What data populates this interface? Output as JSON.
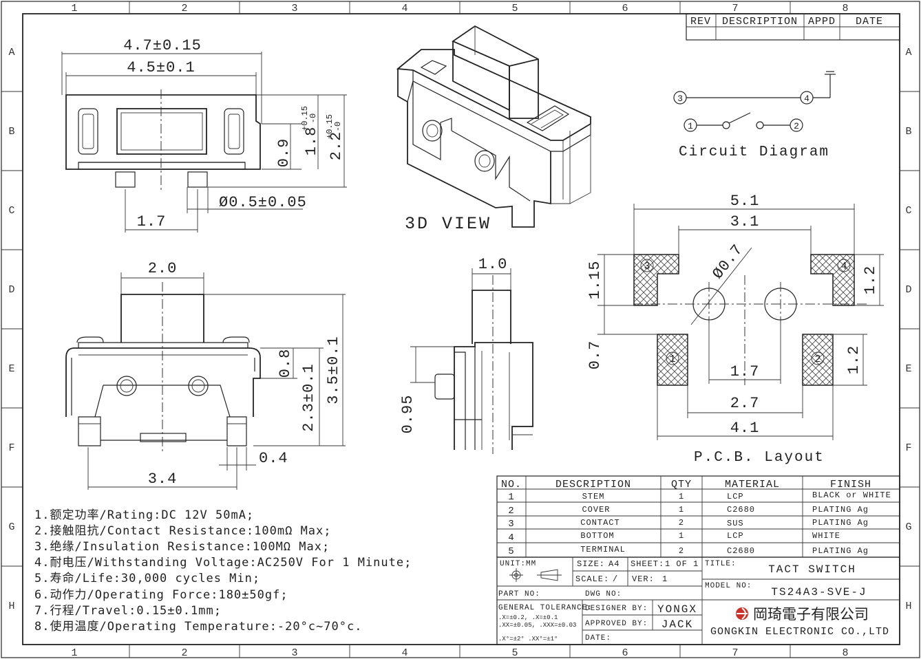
{
  "frame": {
    "columns": [
      "1",
      "2",
      "3",
      "4",
      "5",
      "6",
      "7",
      "8"
    ],
    "rows": [
      "A",
      "B",
      "C",
      "D",
      "E",
      "F",
      "G",
      "H"
    ]
  },
  "revision_table": {
    "headers": [
      "REV",
      "DESCRIPTION",
      "APPD",
      "DATE"
    ]
  },
  "front_view": {
    "dims": [
      "4.7±0.15",
      "4.5±0.1",
      "0.9",
      "1.7",
      "Ø0.5±0.05",
      "1.8",
      "2.2"
    ],
    "tol_plus": "+0.15",
    "tol_minus": "-0"
  },
  "view_3d": {
    "label": "3D VIEW"
  },
  "circuit": {
    "label": "Circuit Diagram",
    "pins": [
      "3",
      "4",
      "1",
      "2"
    ]
  },
  "top_view": {
    "dims": [
      "2.0",
      "0.8",
      "2.3±0.1",
      "3.5±0.1",
      "0.4",
      "3.4"
    ]
  },
  "side_view": {
    "dims": [
      "1.0",
      "0.95"
    ]
  },
  "pcb": {
    "label": "P.C.B. Layout",
    "dims": [
      "5.1",
      "3.1",
      "Ø0.7",
      "1.15",
      "1.2",
      "0.7",
      "1.2",
      "1.7",
      "2.7",
      "4.1"
    ],
    "pins": [
      "3",
      "4",
      "1",
      "2"
    ]
  },
  "notes": [
    "1.额定功率/Rating:DC 12V 50mA;",
    "2.接触阻抗/Contact Resistance:100mΩ Max;",
    "3.绝缘/Insulation Resistance:100MΩ Max;",
    "4.耐电压/Withstanding Voltage:AC250V For 1 Minute;",
    "5.寿命/Life:30,000 cycles Min;",
    "6.动作力/Operating Force:180±50gf;",
    "7.行程/Travel:0.15±0.1mm;",
    "8.使用温度/Operating Temperature:-20°c~70°c."
  ],
  "bom": {
    "headers": [
      "NO.",
      "DESCRIPTION",
      "QTY",
      "MATERIAL",
      "FINISH"
    ],
    "rows": [
      {
        "no": "1",
        "description": "STEM",
        "qty": "1",
        "material": "LCP",
        "finish": "BLACK or WHITE"
      },
      {
        "no": "2",
        "description": "COVER",
        "qty": "1",
        "material": "C2680",
        "finish": "PLATING Ag"
      },
      {
        "no": "3",
        "description": "CONTACT",
        "qty": "2",
        "material": "SUS",
        "finish": "PLATING Ag"
      },
      {
        "no": "4",
        "description": "BOTTOM",
        "qty": "1",
        "material": "LCP",
        "finish": "WHITE"
      },
      {
        "no": "5",
        "description": "TERMINAL",
        "qty": "2",
        "material": "C2680",
        "finish": "PLATING Ag"
      }
    ]
  },
  "title_block": {
    "unit_label": "UNIT:MM",
    "size_label": "SIZE:",
    "size_value": "A4",
    "sheet_label": "SHEET:",
    "sheet_value": "1 OF 1",
    "scale_label": "SCALE:",
    "scale_value": "/",
    "ver_label": "VER:",
    "ver_value": "1",
    "title_label": "TITLE:",
    "title_value": "TACT SWITCH",
    "model_label": "MODEL NO:",
    "model_value": "TS24A3-SVE-J",
    "part_no_label": "PART NO:",
    "dwg_no_label": "DWG NO:",
    "tolerance_label": "GENERAL TOLERANCE:",
    "tolerance_lines": [
      ".X=±0.2,    .X=±0.1",
      ".XX=±0.05, .XXX=±0.03",
      ".X°=±2°  .XX°=±1°"
    ],
    "designer_label": "DESIGNER BY:",
    "designer_value": "YONGX",
    "approved_label": "APPROVED BY:",
    "approved_value": "JACK",
    "date_label": "DATE:",
    "company_cn": "岡琦電子有限公司",
    "company_en": "GONGKIN ELECTRONIC CO.,LTD"
  }
}
